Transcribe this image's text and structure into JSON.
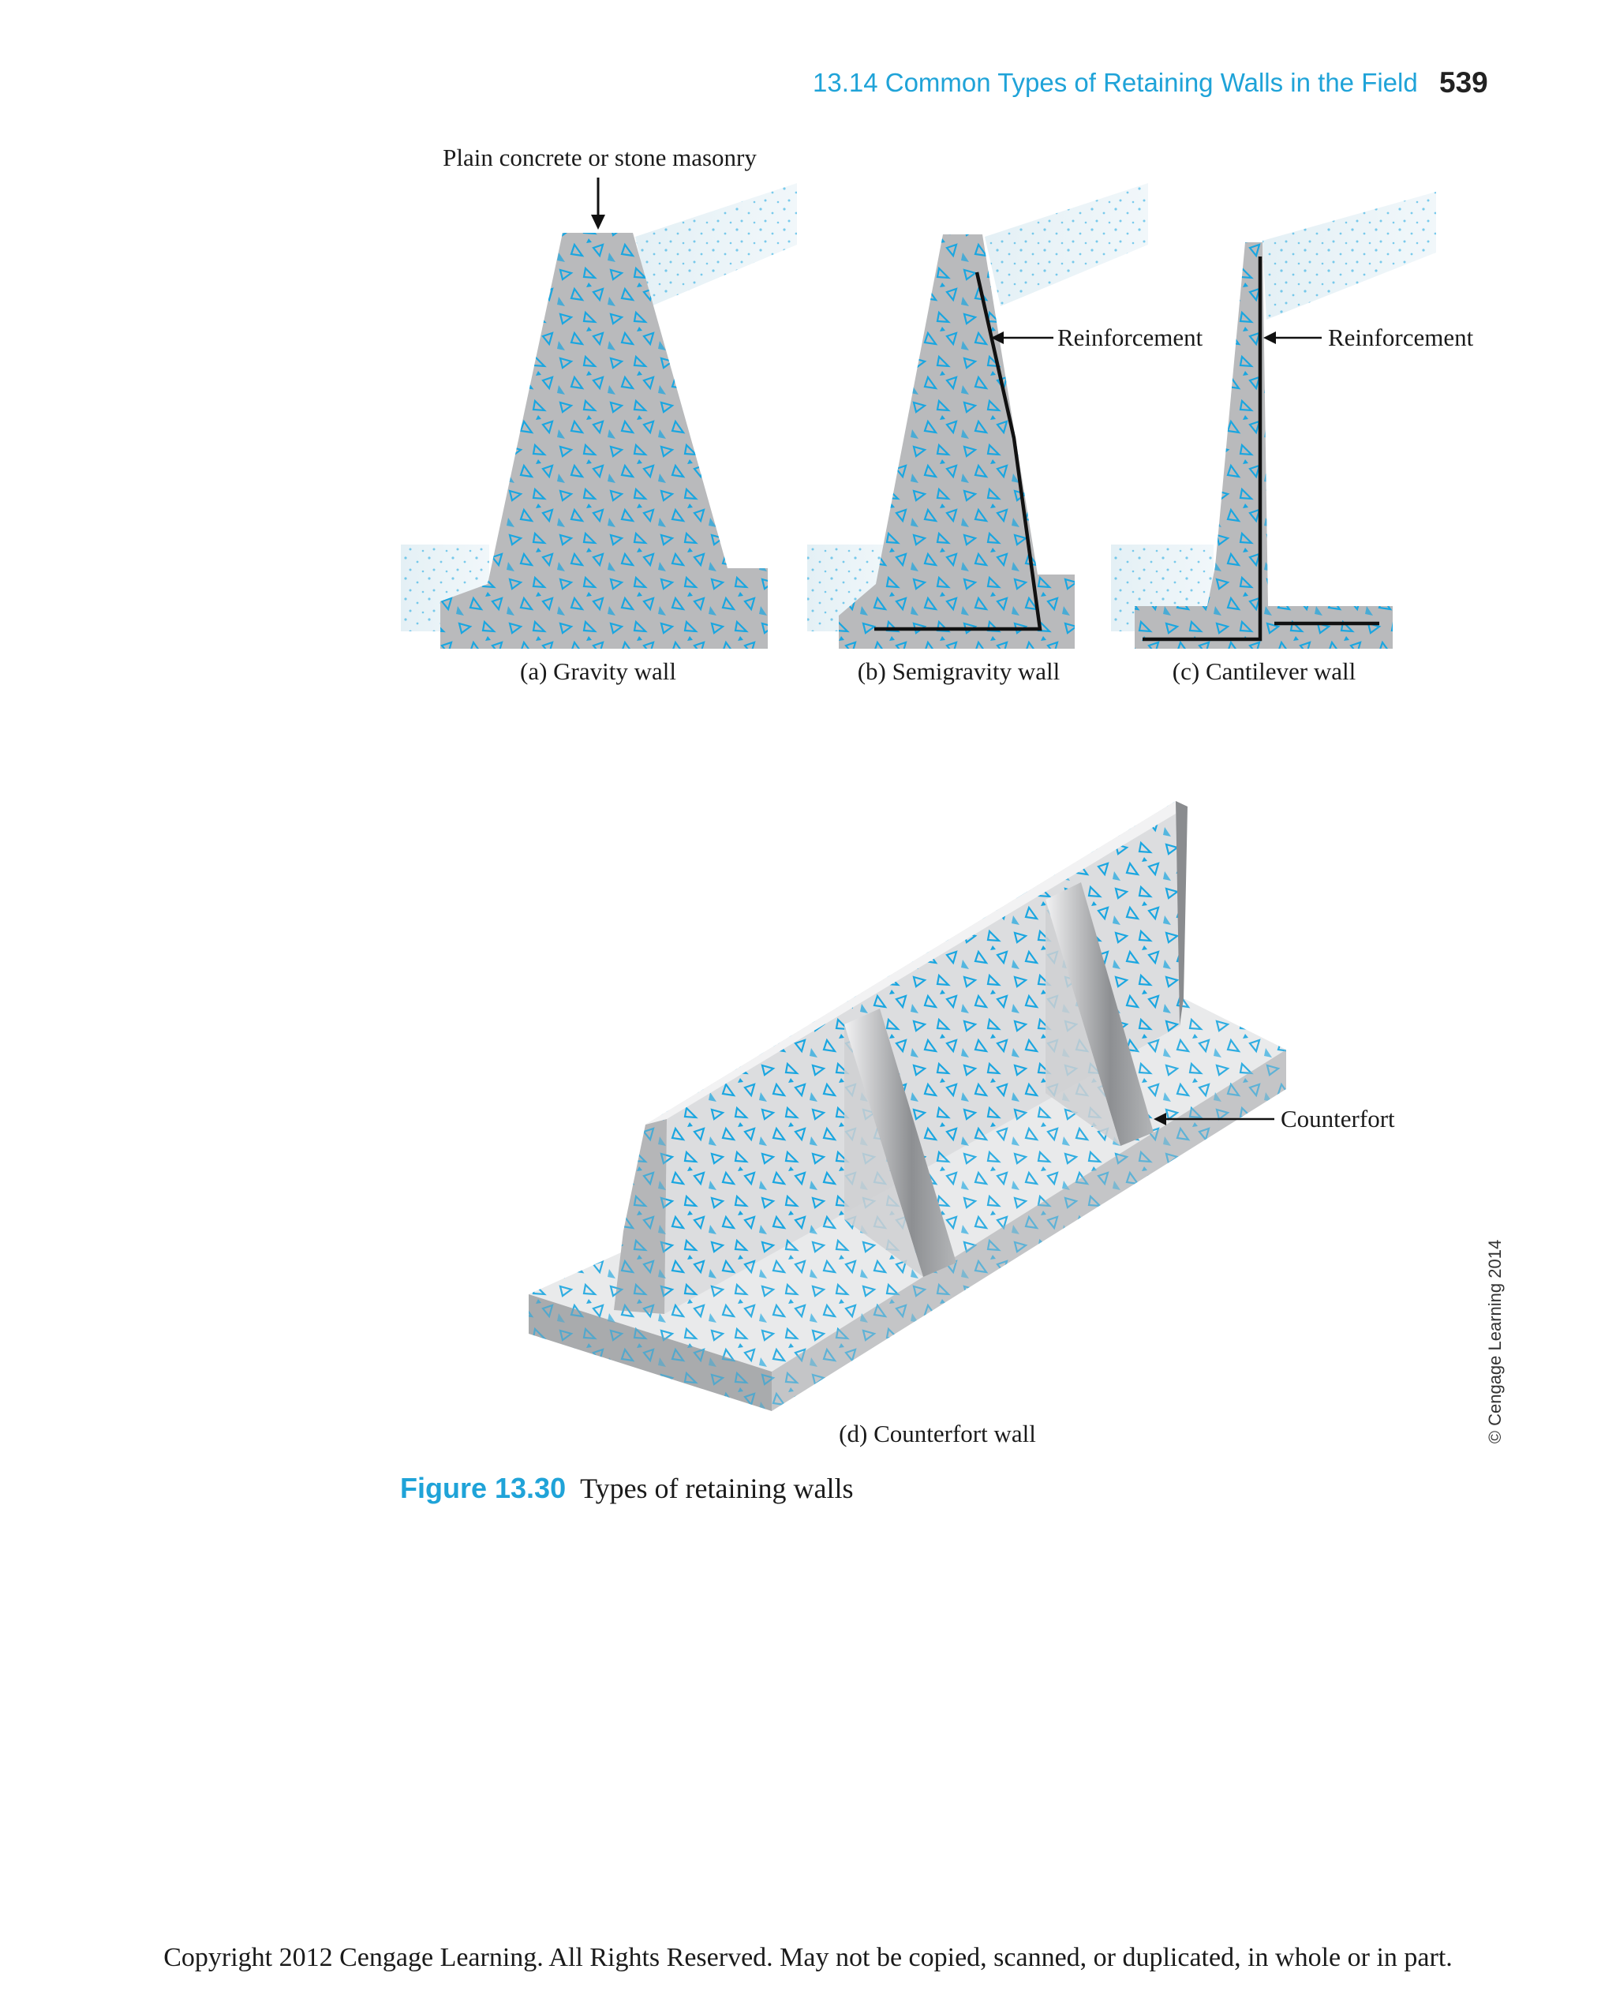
{
  "header": {
    "running_head": "13.14  Common Types of Retaining Walls in the Field",
    "page_number": "539"
  },
  "figure": {
    "top_label": "Plain concrete or stone masonry",
    "reinforcement_label_b": "Reinforcement",
    "reinforcement_label_c": "Reinforcement",
    "caption_a": "(a) Gravity wall",
    "caption_b": "(b) Semigravity wall",
    "caption_c": "(c) Cantilever wall",
    "counterfort_label": "Counterfort",
    "caption_d": "(d) Counterfort wall",
    "credit": "© Cengage Learning 2014",
    "figure_label": "Figure 13.30",
    "figure_title": "Types of retaining walls",
    "colors": {
      "concrete": "#b9babc",
      "concrete_light": "#e9eaeb",
      "soil": "#e4f0f5",
      "aggregate": "#1aa6e0",
      "accent": "#1fa3d8"
    }
  },
  "footer": {
    "copyright": "Copyright 2012 Cengage Learning. All Rights Reserved. May not be copied, scanned, or duplicated, in whole or in part."
  }
}
